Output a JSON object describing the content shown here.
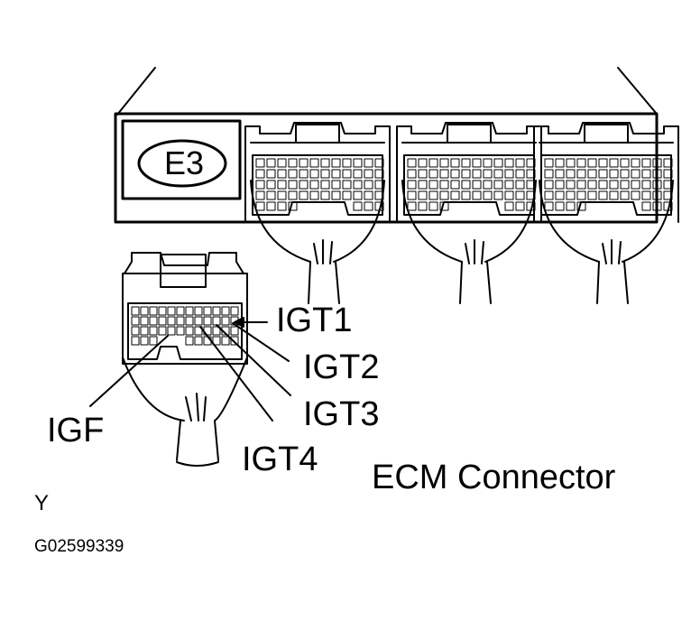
{
  "connector_badge": "E3",
  "pin_labels": {
    "igt1": "IGT1",
    "igt2": "IGT2",
    "igt3": "IGT3",
    "igt4": "IGT4",
    "igf": "IGF"
  },
  "caption": "ECM Connector",
  "corner_mark": "Y",
  "figure_code": "G02599339"
}
